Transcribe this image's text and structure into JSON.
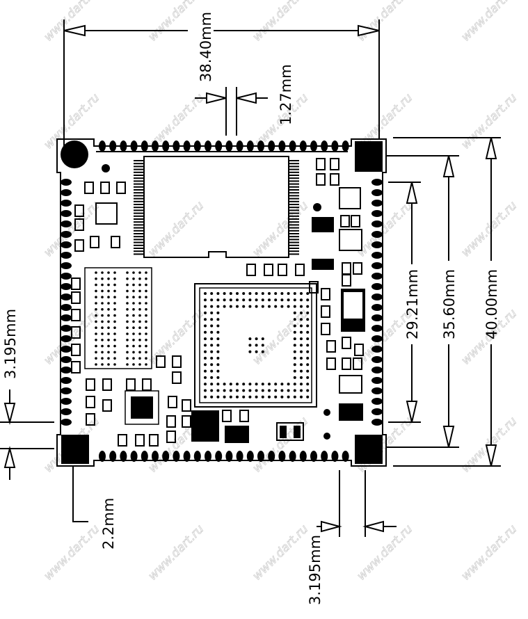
{
  "title": "Module footprint dimensions",
  "watermark": "www.dart.ru",
  "dimensions": {
    "width": "38.40mm",
    "pitch": "1.27mm",
    "inner_pad_span": "29.21mm",
    "corner_pad_span": "35.60mm",
    "height": "40.00mm",
    "corner_offset_left": "3.195mm",
    "corner_offset_bottom": "3.195mm",
    "mount_hole": "2.2mm"
  },
  "colors": {
    "ink": "#000000",
    "watermark": "#cfcfcf"
  }
}
